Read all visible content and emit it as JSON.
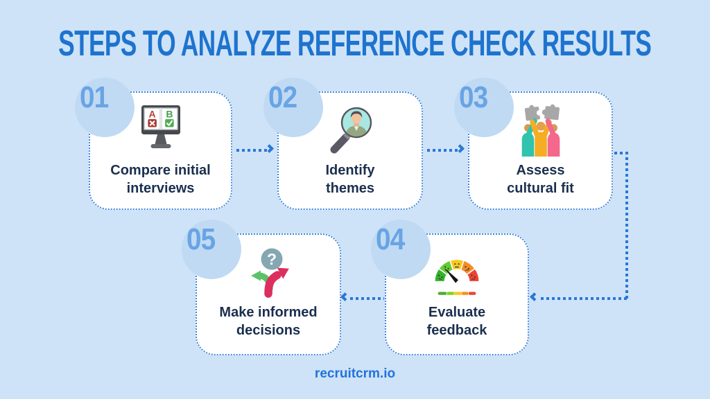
{
  "page": {
    "title": "STEPS TO ANALYZE REFERENCE CHECK RESULTS",
    "footer": "recruitcrm.io",
    "colors": {
      "background": "#cee3f7",
      "title_blue": "#1e73cf",
      "accent_arrow_blue": "#2a76d8",
      "card_border_blue": "#4185de",
      "step_number_blue": "#69a4e4",
      "badge_circle_blue": "#c0daf4",
      "label_navy": "#1a2f4e",
      "footer_blue": "#2273dc"
    }
  },
  "steps": [
    {
      "number": "01",
      "label_line1": "Compare initial",
      "label_line2": "interviews",
      "icon": "monitor-ab-compare-icon"
    },
    {
      "number": "02",
      "label_line1": "Identify",
      "label_line2": "themes",
      "icon": "magnifier-person-icon"
    },
    {
      "number": "03",
      "label_line1": "Assess",
      "label_line2": "cultural fit",
      "icon": "puzzle-teamwork-icon"
    },
    {
      "number": "04",
      "label_line1": "Evaluate",
      "label_line2": "feedback",
      "icon": "feedback-gauge-icon"
    },
    {
      "number": "05",
      "label_line1": "Make informed",
      "label_line2": "decisions",
      "icon": "decision-arrows-icon"
    }
  ],
  "icon_text": {
    "monitor_letter_a": "A",
    "monitor_letter_b": "B",
    "decision_question_mark": "?"
  }
}
